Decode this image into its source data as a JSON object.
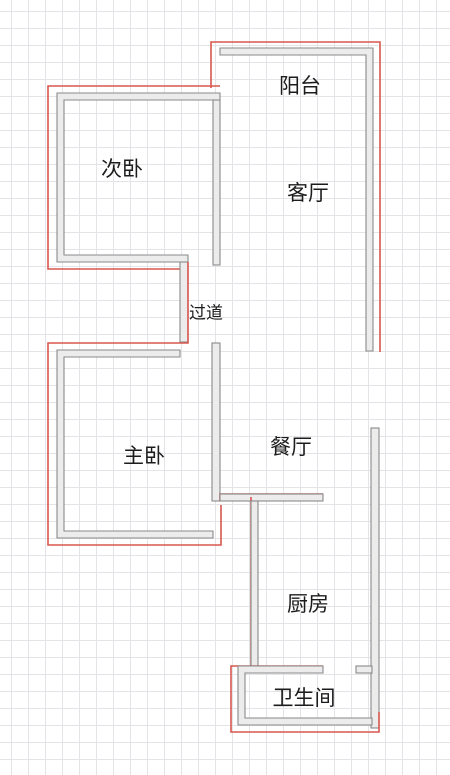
{
  "floor_plan": {
    "rooms": {
      "balcony": "阳台",
      "living_room": "客厅",
      "second_bedroom": "次卧",
      "hallway": "过道",
      "master_bedroom": "主卧",
      "dining_room": "餐厅",
      "kitchen": "厨房",
      "bathroom": "卫生间"
    },
    "colors": {
      "outer_wall_line": "#d9574f",
      "wall_fill": "#ececec",
      "wall_edge": "#8a8a8a",
      "grid_line": "#e4e4e8",
      "label_text": "#1c1c1c"
    }
  }
}
